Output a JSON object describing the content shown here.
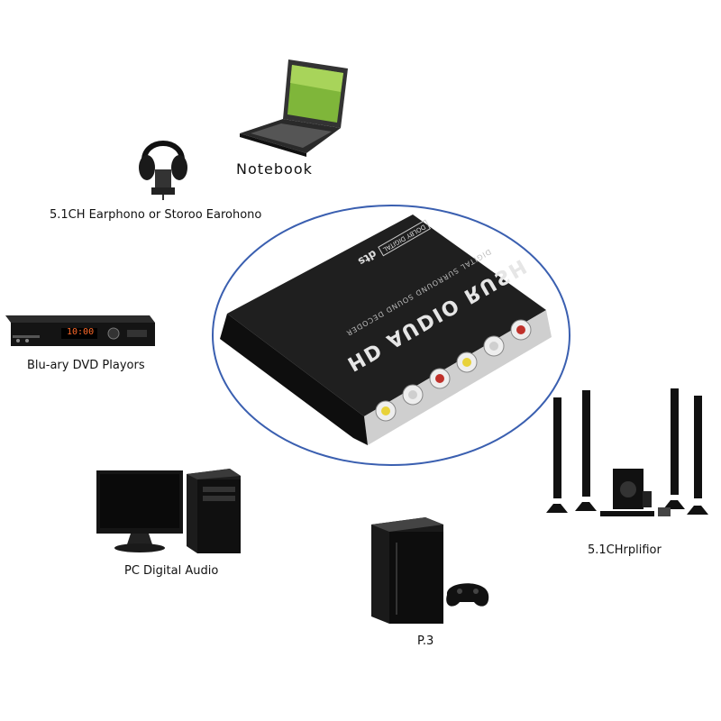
{
  "devices": {
    "notebook": {
      "label": "Notebook",
      "icon": "laptop-icon"
    },
    "earphone": {
      "label": "5.1CH Earphono or Storoo Earohono",
      "icon": "headphones-icon"
    },
    "dvd": {
      "label": "Blu-ary DVD Playors",
      "icon": "dvd-player-icon",
      "display": "10:00"
    },
    "pc": {
      "label": "PC Digital Audio",
      "icon": "desktop-computer-icon"
    },
    "ps3": {
      "label": "P.3",
      "icon": "game-console-icon"
    },
    "amplifier": {
      "label": "5.1CHrplifior",
      "icon": "speaker-system-icon"
    }
  },
  "decoder": {
    "brand": "HD AUDIO RUSH",
    "subtitle": "DIGITAL SURROUND SOUND DECODER",
    "logo": "dts",
    "badge": "DOLBY DIGITAL",
    "ring_color": "#3a5fb0"
  }
}
